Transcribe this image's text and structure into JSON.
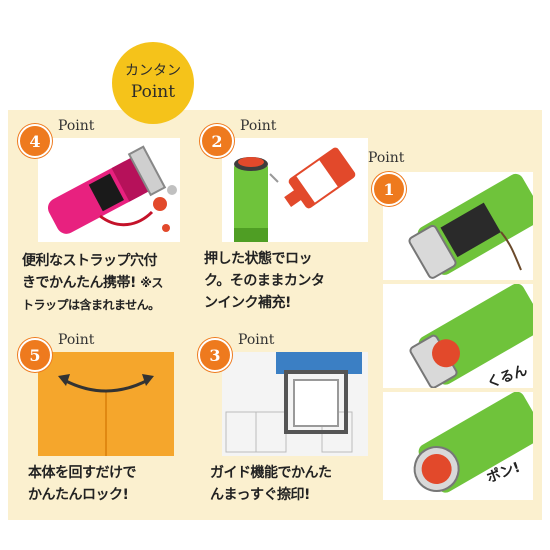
{
  "badge": {
    "line1": "カンタン",
    "line2": "Point"
  },
  "point_label": "Point",
  "points": [
    {
      "num": "1"
    },
    {
      "num": "2",
      "caption": "押した状態でロッ\nク。そのままカンタ\nンインク補充!"
    },
    {
      "num": "3",
      "caption": "ガイド機能でかんた\nんまっすぐ捺印!"
    },
    {
      "num": "4",
      "caption": "便利なストラップ穴付\nきでかんたん携帯!",
      "note": "※ス\nトラップは含まれません。"
    },
    {
      "num": "5",
      "caption": "本体を回すだけで\nかんたんロック!"
    }
  ],
  "side_words": {
    "kurun": "くるん",
    "pon": "ポン!"
  },
  "colors": {
    "panel": "#fbf0cf",
    "badge": "#f5c31a",
    "number": "#ee7a1e",
    "green": "#6fc33b",
    "pink": "#e8217f",
    "orange": "#f29a1f",
    "red_ink": "#e2492b"
  }
}
